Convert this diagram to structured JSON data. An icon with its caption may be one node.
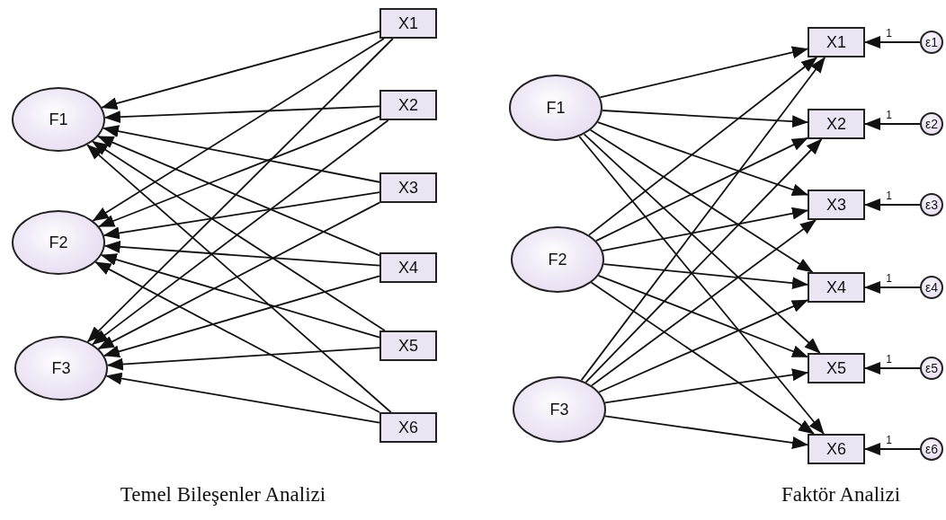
{
  "diagram": {
    "nodes": [
      {
        "text": [
          "F1"
        ]
      },
      {
        "text": [
          "F2"
        ]
      },
      {
        "text": [
          "F3"
        ]
      },
      {
        "text": [
          "X1"
        ]
      },
      {
        "text": [
          "X2"
        ]
      },
      {
        "text": [
          "X3"
        ]
      },
      {
        "text": [
          "X4"
        ]
      },
      {
        "text": [
          "X5"
        ]
      },
      {
        "text": [
          "X6"
        ]
      },
      {
        "text": [
          "F1"
        ]
      },
      {
        "text": [
          "F2"
        ]
      },
      {
        "text": [
          "F3"
        ]
      },
      {
        "text": [
          "X1"
        ]
      },
      {
        "text": [
          "X2"
        ]
      },
      {
        "text": [
          "X3"
        ]
      },
      {
        "text": [
          "X4"
        ]
      },
      {
        "text": [
          "X5"
        ]
      },
      {
        "text": [
          "X6"
        ]
      },
      {
        "text": [
          "ε1"
        ]
      },
      {
        "text": [
          "ε2"
        ]
      },
      {
        "text": [
          "ε3"
        ]
      },
      {
        "text": [
          "ε4"
        ]
      },
      {
        "text": [
          "ε5"
        ]
      },
      {
        "text": [
          "ε6"
        ]
      }
    ],
    "edges": [
      {
        "from": 3,
        "to": 0,
        "arrow": "to"
      },
      {
        "from": 3,
        "to": 1,
        "arrow": "to"
      },
      {
        "from": 3,
        "to": 2,
        "arrow": "to"
      },
      {
        "from": 4,
        "to": 0,
        "arrow": "to"
      },
      {
        "from": 4,
        "to": 1,
        "arrow": "to"
      },
      {
        "from": 4,
        "to": 2,
        "arrow": "to"
      },
      {
        "from": 5,
        "to": 0,
        "arrow": "to"
      },
      {
        "from": 5,
        "to": 1,
        "arrow": "to"
      },
      {
        "from": 5,
        "to": 2,
        "arrow": "to"
      },
      {
        "from": 6,
        "to": 0,
        "arrow": "to"
      },
      {
        "from": 6,
        "to": 1,
        "arrow": "to"
      },
      {
        "from": 6,
        "to": 2,
        "arrow": "to"
      },
      {
        "from": 7,
        "to": 0,
        "arrow": "to"
      },
      {
        "from": 7,
        "to": 1,
        "arrow": "to"
      },
      {
        "from": 7,
        "to": 2,
        "arrow": "to"
      },
      {
        "from": 8,
        "to": 0,
        "arrow": "to"
      },
      {
        "from": 8,
        "to": 1,
        "arrow": "to"
      },
      {
        "from": 8,
        "to": 2,
        "arrow": "to"
      },
      {
        "from": 9,
        "to": 12,
        "arrow": "to"
      },
      {
        "from": 9,
        "to": 13,
        "arrow": "to"
      },
      {
        "from": 9,
        "to": 14,
        "arrow": "to"
      },
      {
        "from": 9,
        "to": 15,
        "arrow": "to"
      },
      {
        "from": 9,
        "to": 16,
        "arrow": "to"
      },
      {
        "from": 9,
        "to": 17,
        "arrow": "to"
      },
      {
        "from": 10,
        "to": 12,
        "arrow": "to"
      },
      {
        "from": 10,
        "to": 13,
        "arrow": "to"
      },
      {
        "from": 10,
        "to": 14,
        "arrow": "to"
      },
      {
        "from": 10,
        "to": 15,
        "arrow": "to"
      },
      {
        "from": 10,
        "to": 16,
        "arrow": "to"
      },
      {
        "from": 10,
        "to": 17,
        "arrow": "to"
      },
      {
        "from": 11,
        "to": 12,
        "arrow": "to"
      },
      {
        "from": 11,
        "to": 13,
        "arrow": "to"
      },
      {
        "from": 11,
        "to": 14,
        "arrow": "to"
      },
      {
        "from": 11,
        "to": 15,
        "arrow": "to"
      },
      {
        "from": 11,
        "to": 16,
        "arrow": "to"
      },
      {
        "from": 11,
        "to": 17,
        "arrow": "to"
      },
      {
        "from": 18,
        "to": 12,
        "arrow": "to",
        "label": "1"
      },
      {
        "from": 19,
        "to": 13,
        "arrow": "to",
        "label": "1"
      },
      {
        "from": 20,
        "to": 14,
        "arrow": "to",
        "label": "1"
      },
      {
        "from": 21,
        "to": 15,
        "arrow": "to",
        "label": "1"
      },
      {
        "from": 22,
        "to": 16,
        "arrow": "to",
        "label": "1"
      },
      {
        "from": 23,
        "to": 17,
        "arrow": "to",
        "label": "1"
      }
    ],
    "labels": [
      "Temel Bileşenler Analizi",
      "Faktör Analizi"
    ]
  }
}
